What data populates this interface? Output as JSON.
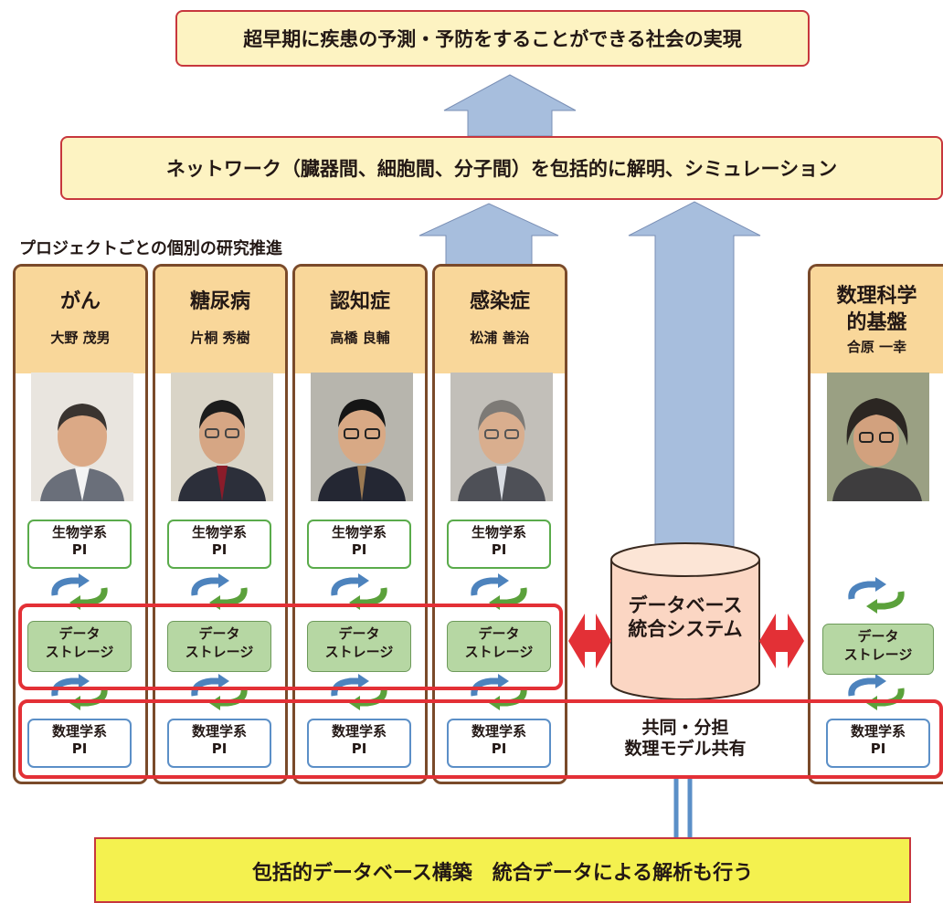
{
  "goal": "超早期に疾患の予測・予防をすることができる社会の実現",
  "network": "ネットワーク（臓器間、細胞間、分子間）を包括的に解明、シミュレーション",
  "section_title": "プロジェクトごとの個別の研究推進",
  "projects": [
    {
      "name": "がん",
      "person": "大野 茂男"
    },
    {
      "name": "糖尿病",
      "person": "片桐 秀樹"
    },
    {
      "name": "認知症",
      "person": "高橋 良輔"
    },
    {
      "name": "感染症",
      "person": "松浦 善治"
    }
  ],
  "math_base": {
    "name_line1": "数理科学",
    "name_line2": "的基盤",
    "person": "合原 一幸"
  },
  "labels": {
    "bio_pi_line1": "生物学系",
    "bio_pi_line2": "PI",
    "storage_line1": "データ",
    "storage_line2": "ストレージ",
    "math_pi_line1": "数理学系",
    "math_pi_line2": "PI"
  },
  "database": {
    "line1": "データベース",
    "line2": "統合システム"
  },
  "shared": {
    "line1": "共同・分担",
    "line2": "数理モデル共有"
  },
  "bottom": "包括的データベース構築　統合データによる解析も行う",
  "colors": {
    "arrow_blue": "#a7bedd",
    "header_orange": "#f9d79a",
    "frame_brown": "#7a4a2a",
    "highlight_red": "#e33036",
    "storage_green": "#b6d7a3",
    "bottom_yellow": "#f4f14f",
    "cylinder_pink": "#fbd6c3"
  }
}
